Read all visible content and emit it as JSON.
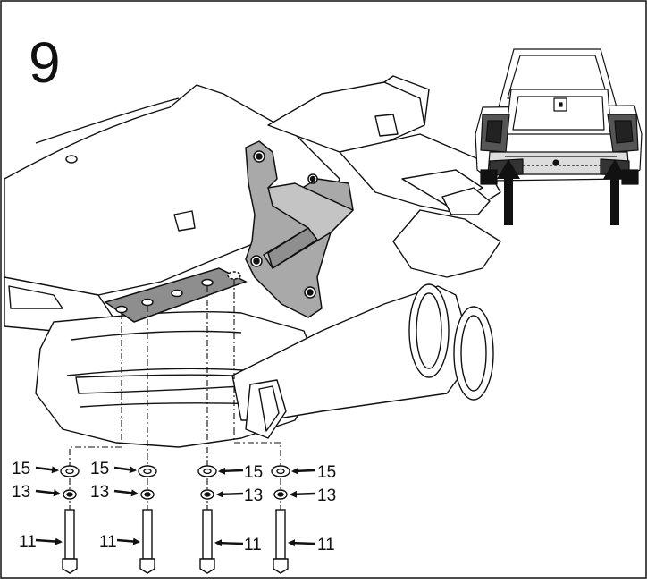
{
  "step": {
    "number": "9"
  },
  "parts": {
    "washer_a": "15",
    "washer_b": "13",
    "bolt": "11"
  },
  "colors": {
    "line": "#111111",
    "bracket_fill": "#a9a9a9",
    "plate_fill": "#8e8e8e",
    "arrow": "#111111",
    "background": "#ffffff"
  },
  "icons": [
    "step-number",
    "vehicle-rear-inset",
    "arrow-up-icon",
    "washer-icon",
    "bolt-icon"
  ]
}
